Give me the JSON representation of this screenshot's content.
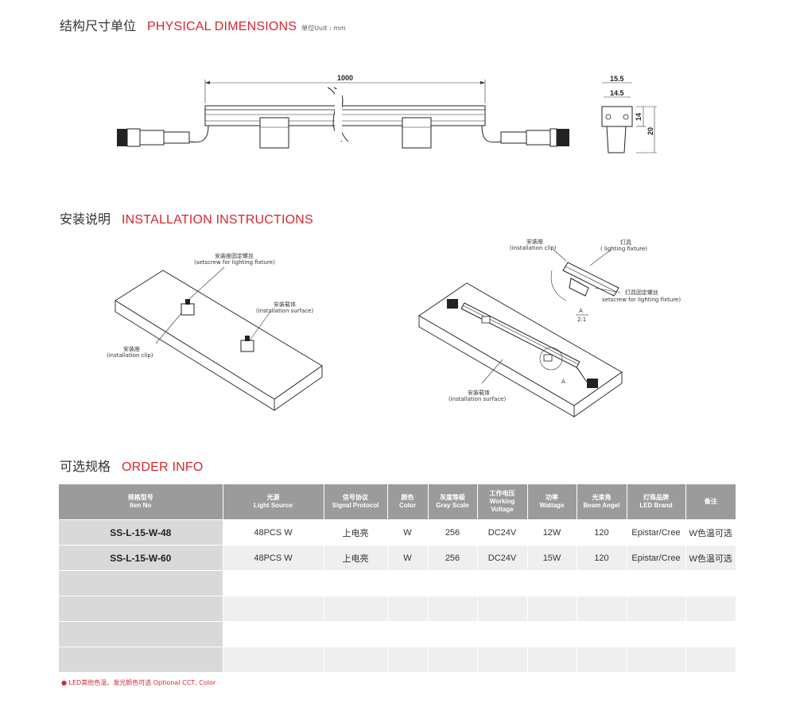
{
  "sections": {
    "dimensions": {
      "cn": "结构尺寸单位",
      "en": "PHYSICAL DIMENSIONS",
      "unit": "单位Uuit : mm"
    },
    "installation": {
      "cn": "安装说明",
      "en": "INSTALLATION INSTRUCTIONS"
    },
    "order": {
      "cn": "可选规格",
      "en": "ORDER INFO"
    }
  },
  "dimension_labels": {
    "length": "1000",
    "w1": "15.5",
    "w2": "14.5",
    "h1": "14",
    "h2": "20"
  },
  "install_labels": {
    "setscrew_cn": "安装座固定螺丝",
    "setscrew_en": "(setscrew for lighting fixture)",
    "surface_cn": "安装载体",
    "surface_en": "(installation surface)",
    "clip_cn": "安装座",
    "clip_en": "(installation clip)",
    "clip2_cn": "安装座",
    "clip2_en": "(installation clip)",
    "fixture_cn": "灯具",
    "fixture_en": "( lighting fixture)",
    "screw2_cn": "灯具固定螺丝",
    "screw2_en": "setscrew for lighting fixture)",
    "surface2_cn": "安装载体",
    "surface2_en": "(installation surface)",
    "detail_a": "A",
    "detail_scale": "2:1",
    "mark_a": "A"
  },
  "order_table": {
    "headers": [
      {
        "cn": "规格型号",
        "en": "Iten No"
      },
      {
        "cn": "光源",
        "en": "Light Source"
      },
      {
        "cn": "信号协议",
        "en": "Signal Protocol"
      },
      {
        "cn": "颜色",
        "en": "Color"
      },
      {
        "cn": "灰度等级",
        "en": "Gray Scale"
      },
      {
        "cn": "工作电压",
        "en": "Working Voltage"
      },
      {
        "cn": "功率",
        "en": "Wattage"
      },
      {
        "cn": "光束角",
        "en": "Beam Angel"
      },
      {
        "cn": "灯珠品牌",
        "en": "LED Brand"
      },
      {
        "cn": "备注",
        "en": ""
      }
    ],
    "rows": [
      [
        "SS-L-15-W-48",
        "48PCS   W",
        "上电亮",
        "W",
        "256",
        "DC24V",
        "12W",
        "120",
        "Epistar/Cree",
        "W色温可选"
      ],
      [
        "SS-L-15-W-60",
        "48PCS   W",
        "上电亮",
        "W",
        "256",
        "DC24V",
        "15W",
        "120",
        "Epistar/Cree",
        "W色温可选"
      ],
      [
        "",
        "",
        "",
        "",
        "",
        "",
        "",
        "",
        "",
        ""
      ],
      [
        "",
        "",
        "",
        "",
        "",
        "",
        "",
        "",
        "",
        ""
      ],
      [
        "",
        "",
        "",
        "",
        "",
        "",
        "",
        "",
        "",
        ""
      ],
      [
        "",
        "",
        "",
        "",
        "",
        "",
        "",
        "",
        "",
        ""
      ]
    ]
  },
  "note": "● LED其他色温、发光颜色可选  Optional CCT, Color"
}
